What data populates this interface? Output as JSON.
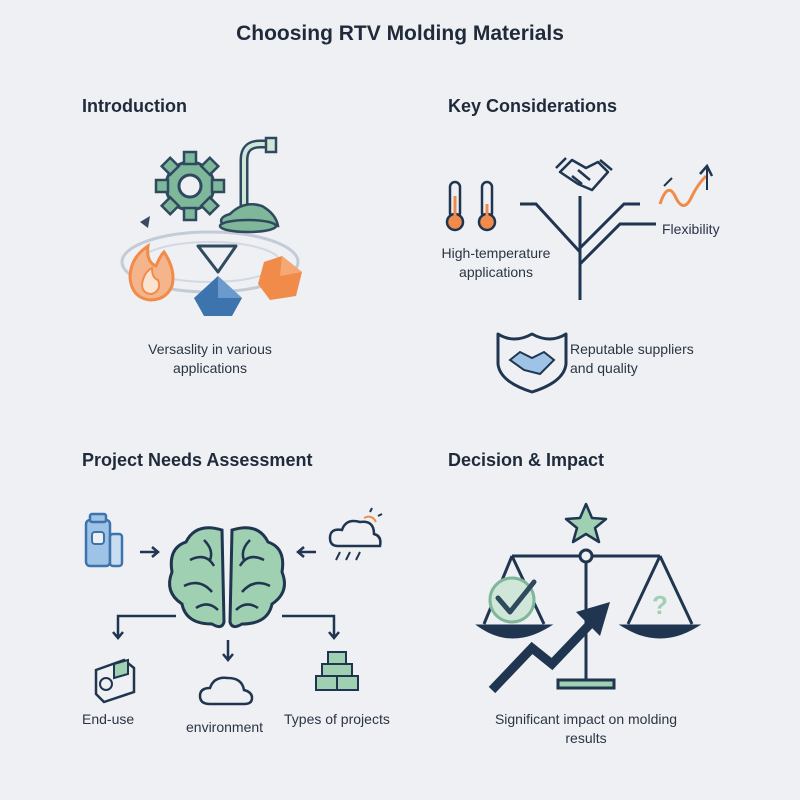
{
  "title": "Choosing RTV Molding Materials",
  "sections": {
    "introduction": {
      "heading": "Introduction",
      "caption_line1": "Versaslity in various",
      "caption_line2": "applications"
    },
    "key_considerations": {
      "heading": "Key Considerations",
      "high_temp_line1": "High-temperature",
      "high_temp_line2": "applications",
      "flexibility": "Flexibility",
      "suppliers_line1": "Reputable suppliers",
      "suppliers_line2": "and quality"
    },
    "project_needs": {
      "heading": "Project Needs Assessment",
      "end_use": "End-use",
      "environment": "environment",
      "types_of_projects": "Types of projects"
    },
    "decision_impact": {
      "heading": "Decision & Impact",
      "caption_line1": "Significant impact on molding",
      "caption_line2": "results"
    }
  },
  "colors": {
    "navy": "#1f3550",
    "green": "#7fb79a",
    "green_light": "#cfe6d8",
    "orange": "#f08b4a",
    "blue": "#3d74ad",
    "light_blue": "#9fc3e6"
  },
  "icons": [
    "gear-icon",
    "faucet-icon",
    "flame-icon",
    "droplet-icon",
    "thermometer-icon",
    "handshake-icon",
    "tree-diagram-icon",
    "trend-line-icon",
    "shield-handshake-icon",
    "bottle-icon",
    "arrow-icon",
    "brain-icon",
    "weather-icon",
    "cloud-icon",
    "machine-part-icon",
    "boxes-icon",
    "balance-scale-icon",
    "star-icon",
    "checkmark-icon",
    "question-icon",
    "growth-arrow-icon"
  ]
}
